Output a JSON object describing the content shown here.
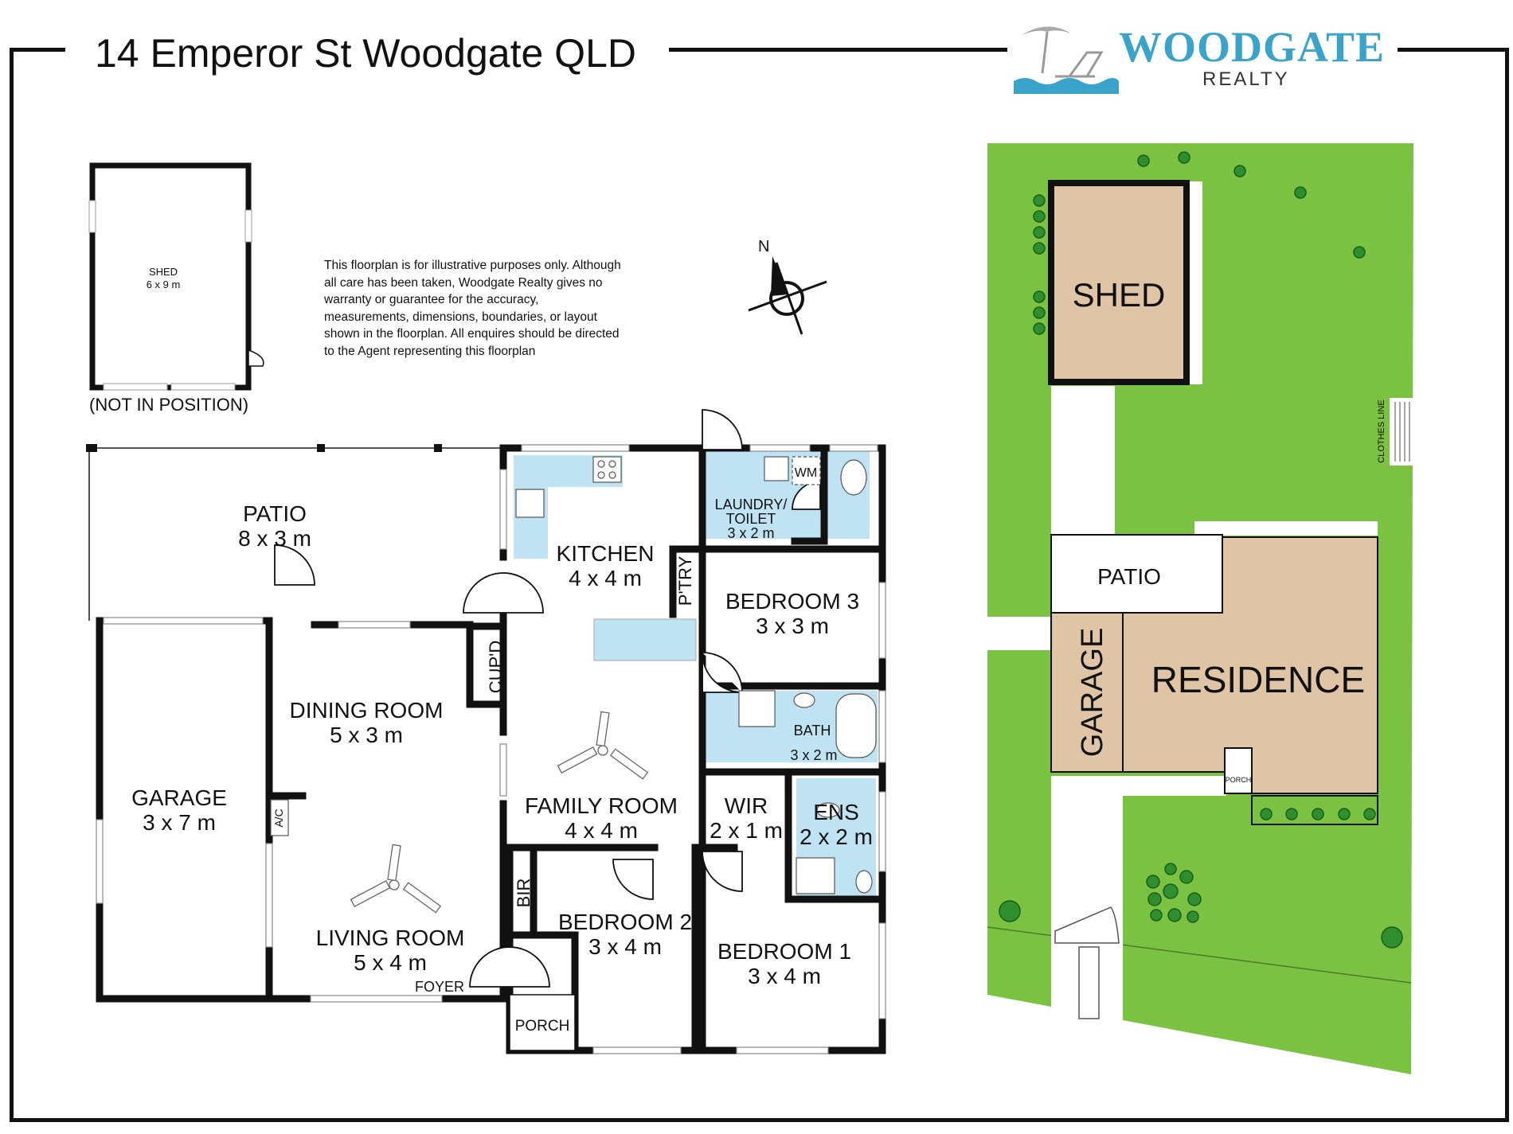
{
  "title": "14 Emperor St Woodgate QLD",
  "logo": {
    "name": "WOODGATE",
    "sub": "REALTY"
  },
  "disclaimer": "This floorplan is for illustrative purposes only. Although all care has been taken, Woodgate Realty gives no warranty or guarantee for the accuracy, measurements, dimensions, boundaries, or layout shown in the floorplan. All enquires should be directed to the Agent representing this floorplan",
  "compass": {
    "label": "N"
  },
  "shed_plan": {
    "name": "SHED",
    "size": "6 x 9 m",
    "note": "(NOT IN POSITION)"
  },
  "rooms": {
    "patio": {
      "name": "PATIO",
      "size": "8 x 3 m"
    },
    "kitchen": {
      "name": "KITCHEN",
      "size": "4 x 4 m"
    },
    "laundry": {
      "name": "LAUNDRY/",
      "name2": "TOILET",
      "size": "3 x 2 m"
    },
    "wm": "WM",
    "pantry": "P'TRY",
    "cupboard": "CUP'D",
    "bedroom3": {
      "name": "BEDROOM 3",
      "size": "3 x 3 m"
    },
    "dining": {
      "name": "DINING ROOM",
      "size": "5 x 3 m"
    },
    "bath": {
      "name": "BATH",
      "size": "3 x 2 m"
    },
    "garage": {
      "name": "GARAGE",
      "size": "3 x 7 m"
    },
    "family": {
      "name": "FAMILY ROOM",
      "size": "4 x 4 m"
    },
    "wir": {
      "name": "WIR",
      "size": "2 x 1 m"
    },
    "ens": {
      "name": "ENS",
      "size": "2 x 2 m"
    },
    "ac": "A/C",
    "bir": "BIR",
    "bedroom2": {
      "name": "BEDROOM 2",
      "size": "3 x 4 m"
    },
    "bedroom1": {
      "name": "BEDROOM 1",
      "size": "3 x 4 m"
    },
    "living": {
      "name": "LIVING ROOM",
      "size": "5 x 4 m"
    },
    "foyer": "FOYER",
    "porch": "PORCH"
  },
  "site": {
    "shed": "SHED",
    "clothes_line": "CLOTHES LINE",
    "patio": "PATIO",
    "garage": "GARAGE",
    "residence": "RESIDENCE",
    "porch": "PORCH"
  },
  "colors": {
    "wet_area": "#bfe3f3",
    "lawn": "#7cc242",
    "building": "#e0c4a6",
    "tree": "#2f8f2f",
    "wall": "#111111",
    "logo_blue": "#3aa3c9"
  }
}
